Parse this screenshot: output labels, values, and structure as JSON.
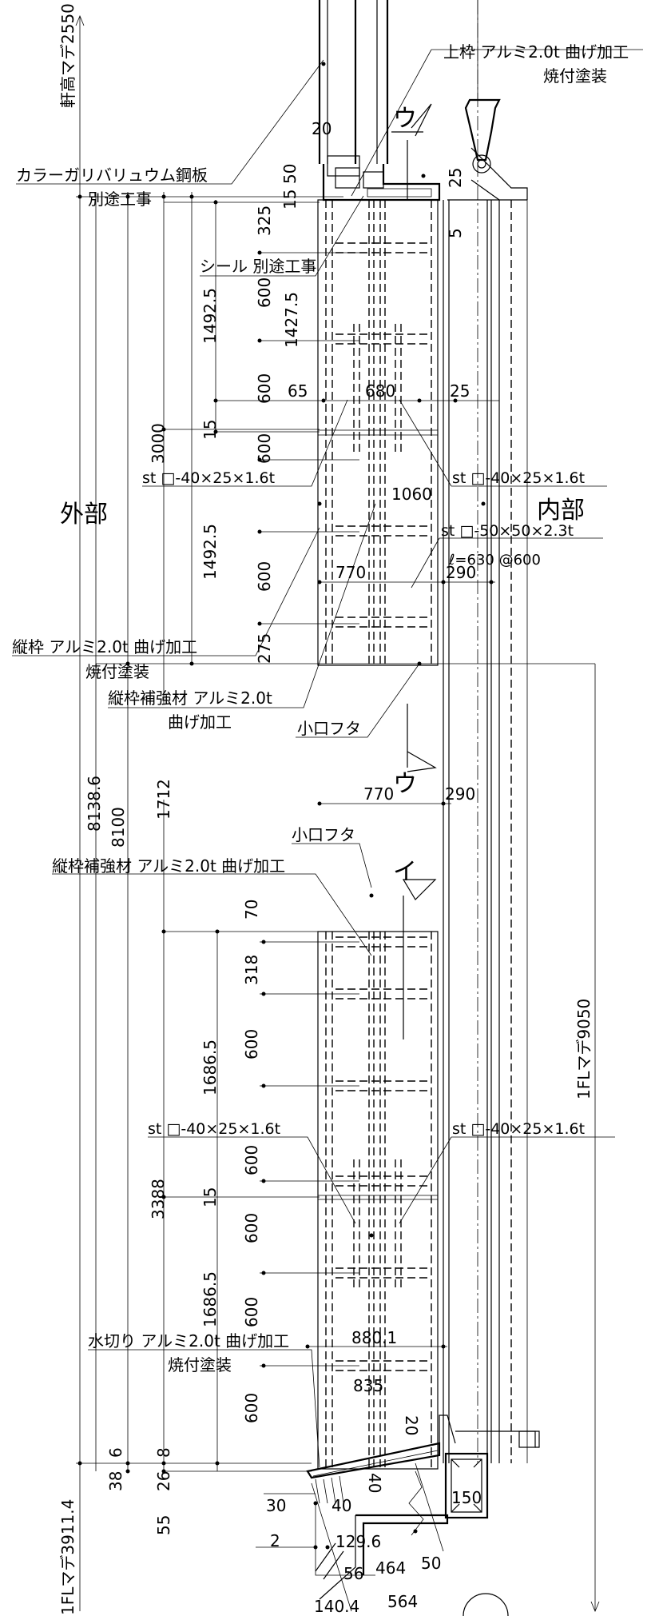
{
  "regions": {
    "outside": "外部",
    "inside": "内部"
  },
  "section_marks": {
    "u": "ウ",
    "i": "イ"
  },
  "notes": {
    "top_frame": {
      "line1": "上枠 アルミ2.0t 曲げ加工",
      "line2": "焼付塗装"
    },
    "galvalume": {
      "line1": "カラーガリバリュウム鋼板",
      "line2": "別途工事"
    },
    "seal": "シール 別途工事",
    "vertical_frame": {
      "line1": "縦枠 アルミ2.0t 曲げ加工",
      "line2": "焼付塗装"
    },
    "vframe_reinforce_1": {
      "line1": "縦枠補強材 アルミ2.0t",
      "line2": "曲げ加工"
    },
    "small_lid_1": "小口フタ",
    "small_lid_2": "小口フタ",
    "vframe_reinforce_2": "縦枠補強材 アルミ2.0t 曲げ加工",
    "st_upper_left": "st □-40×25×1.6t",
    "st_upper_right": "st □-40×25×1.6t",
    "st_50": "st □-50×50×2.3t",
    "st_50_spacing": "ℓ=630 @600",
    "st_lower_left": "st □-40×25×1.6t",
    "st_lower_right": "st □-40×25×1.6t",
    "drip": {
      "line1": "水切り アルミ2.0t 曲げ加工",
      "line2": "焼付塗装"
    }
  },
  "dimensions": {
    "eave_height": "軒高マデ2550",
    "fl_9050": "1FLマデ9050",
    "fl_3911": "1FLマデ3911.4",
    "d_20_top": "20",
    "d_50": "50",
    "d_15_top": "15",
    "d_325": "325",
    "d_25_top": "25",
    "d_5": "5",
    "d_600_a": "600",
    "d_1492_5_a": "1492.5",
    "d_1427_5": "1427.5",
    "d_65": "65",
    "d_680": "680",
    "d_25_mid": "25",
    "d_600_b": "600",
    "d_15_mid": "15",
    "d_3000": "3000",
    "d_600_c": "600",
    "d_1060": "1060",
    "d_1492_5_b": "1492.5",
    "d_770_a": "770",
    "d_290_a": "290",
    "d_600_d": "600",
    "d_275": "275",
    "d_8138_6": "8138.6",
    "d_8100": "8100",
    "d_1712": "1712",
    "d_770_b": "770",
    "d_290_b": "290",
    "d_70": "70",
    "d_318": "318",
    "d_600_e": "600",
    "d_1686_5_a": "1686.5",
    "d_600_f": "600",
    "d_15_low": "15",
    "d_3388": "3388",
    "d_600_g": "600",
    "d_600_h": "600",
    "d_1686_5_b": "1686.5",
    "d_880_1": "880.1",
    "d_835": "835",
    "d_600_i": "600",
    "d_20_low": "20",
    "d_6": "6",
    "d_8": "8",
    "d_38": "38",
    "d_26": "26",
    "d_40_a": "40",
    "d_150": "150",
    "d_55": "55",
    "d_30": "30",
    "d_40_b": "40",
    "d_2": "2",
    "d_129_6": "129.6",
    "d_56": "56",
    "d_464": "464",
    "d_50_low": "50",
    "d_140_4": "140.4",
    "d_564": "564"
  }
}
